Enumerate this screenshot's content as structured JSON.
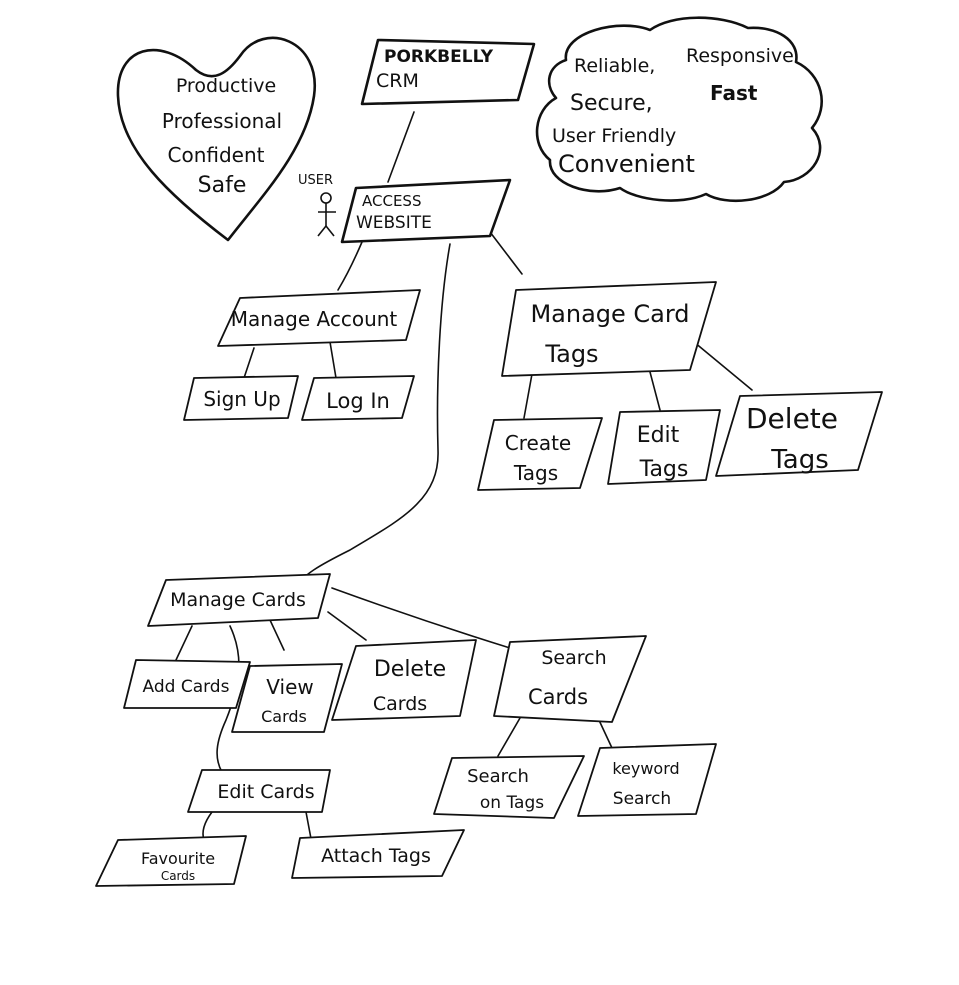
{
  "title": {
    "line1": "PORKBELLY",
    "line2": "CRM"
  },
  "heart": {
    "words": [
      "Productive",
      "Professional",
      "Confident",
      "Safe"
    ]
  },
  "cloud": {
    "line1_a": "Reliable,",
    "line1_b": "Responsive",
    "line2_a": "Secure,",
    "line2_b": "Fast",
    "line3": "User Friendly",
    "line4": "Convenient"
  },
  "actor": {
    "label": "USER"
  },
  "nodes": {
    "access_website": [
      "ACCESS",
      "WEBSITE"
    ],
    "manage_account": [
      "Manage Account"
    ],
    "sign_up": [
      "Sign Up"
    ],
    "log_in": [
      "Log In"
    ],
    "manage_card_tags": [
      "Manage Card",
      "Tags"
    ],
    "create_tags": [
      "Create",
      "Tags"
    ],
    "edit_tags": [
      "Edit",
      "Tags"
    ],
    "delete_tags": [
      "Delete",
      "Tags"
    ],
    "manage_cards": [
      "Manage Cards"
    ],
    "add_cards": [
      "Add Cards"
    ],
    "view_cards": [
      "View",
      "Cards"
    ],
    "delete_cards": [
      "Delete",
      "Cards"
    ],
    "search_cards": [
      "Search",
      "Cards"
    ],
    "search_on_tags": [
      "Search",
      "on Tags"
    ],
    "keyword_search": [
      "keyword",
      "Search"
    ],
    "edit_cards": [
      "Edit Cards"
    ],
    "favourite_cards": [
      "Favourite",
      "Cards"
    ],
    "attach_tags": [
      "Attach Tags"
    ]
  }
}
